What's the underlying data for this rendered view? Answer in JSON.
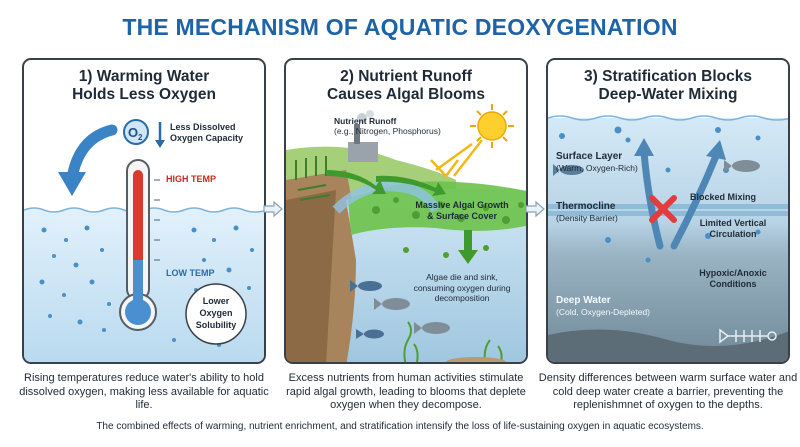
{
  "title": "THE MECHANISM OF AQUATIC DEOXYGENATION",
  "panel1": {
    "heading_line1": "1) Warming Water",
    "heading_line2": "Holds Less Oxygen",
    "o2_label": "O",
    "o2_sub": "2",
    "capacity_line1": "Less Dissolved",
    "capacity_line2": "Oxygen Capacity",
    "high_temp": "HIGH TEMP",
    "low_temp": "LOW TEMP",
    "bubble_line1": "Lower",
    "bubble_line2": "Oxygen",
    "bubble_line3": "Solubility",
    "caption": "Rising temperatures reduce water's ability to hold dissolved oxygen, making less available for aquatic life."
  },
  "panel2": {
    "heading_line1": "2) Nutrient Runoff",
    "heading_line2": "Causes Algal Blooms",
    "runoff_title": "Nutrient Runoff",
    "runoff_sub": "(e.g., Nitrogen, Phosphorus)",
    "algal_line1": "Massive Algal Growth",
    "algal_line2": "& Surface Cover",
    "die_line1": "Algae die and sink,",
    "die_line2": "consuming oxygen during",
    "die_line3": "decomposition",
    "caption": "Excess nutrients from human activities stimulate rapid algal growth, leading to blooms that deplete oxygen when they decompose."
  },
  "panel3": {
    "heading_line1": "3) Stratification Blocks",
    "heading_line2": "Deep-Water Mixing",
    "surface_title": "Surface Layer",
    "surface_sub": "(Warm, Oxygen-Rich)",
    "thermo_title": "Thermocline",
    "thermo_sub": "(Density Barrier)",
    "blocked": "Blocked Mixing",
    "limited_line1": "Limited Vertical",
    "limited_line2": "Circulation",
    "hypoxic_line1": "Hypoxic/Anoxic",
    "hypoxic_line2": "Conditions",
    "deep_title": "Deep Water",
    "deep_sub": "(Cold, Oxygen-Depleted)",
    "caption": "Density differences between warm surface water and cold deep water create a barrier, preventing the replenishmnet of oxygen to the depths."
  },
  "footer": "The combined effects of warming, nutrient enrichment, and stratification intensify the loss of life-sustaining oxygen in aquatic ecosystems.",
  "colors": {
    "title_blue": "#1d63a8",
    "water_light": "#d6eaf8",
    "water_deep": "#8aa4b4",
    "thermometer_red": "#d93a2b",
    "algae_green": "#6cc24a",
    "blocked_red": "#e23c3c"
  }
}
